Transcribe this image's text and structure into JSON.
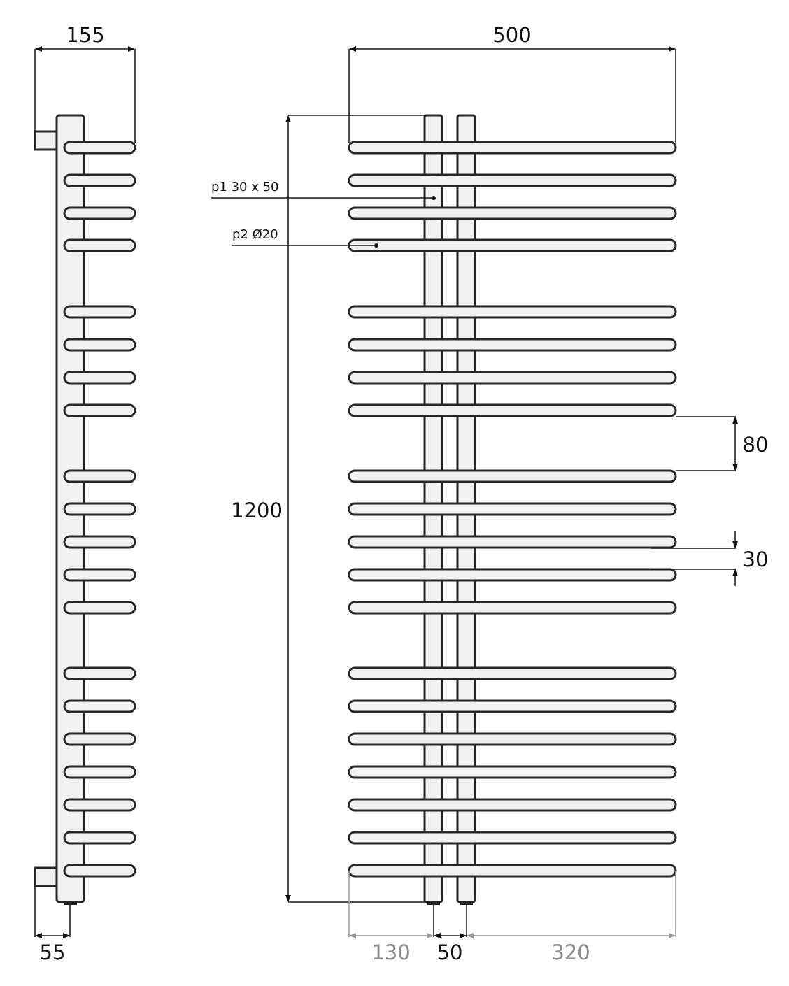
{
  "drawing": {
    "title": "Towel radiator dimensions",
    "side_view": {
      "width_label": "155",
      "offset_label": "55"
    },
    "front_view": {
      "width_label": "500",
      "height_label": "1200",
      "bar_gap_label": "80",
      "bar_pitch_label": "30",
      "left_offset_label": "130",
      "spacing_label": "50",
      "right_offset_label": "320",
      "callout_p1": "p1 30 x 50",
      "callout_p2": "p2 Ø20",
      "bar_count": 20
    },
    "colors": {
      "fill": "#f1f1f1",
      "stroke": "#262626",
      "dim_secondary": "#999999"
    }
  }
}
